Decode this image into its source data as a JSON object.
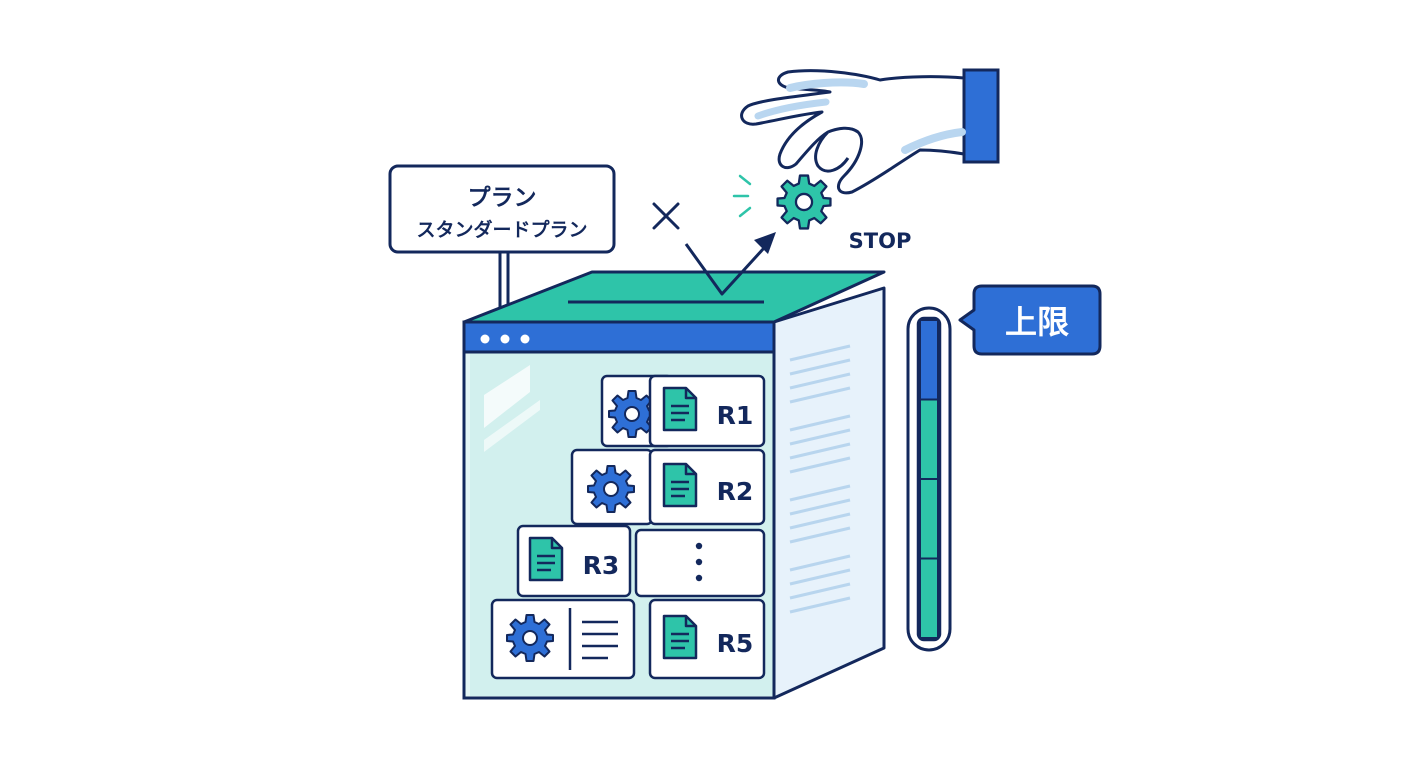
{
  "plan_sign": {
    "title": "プラン",
    "plan_name": "スタンダードプラン"
  },
  "stop_label": "STOP",
  "limit_label": "上限",
  "cards": {
    "r1": "R1",
    "r2": "R2",
    "r3": "R3",
    "r5": "R5",
    "ellipsis": "⋮"
  },
  "limit_gauge": {
    "segments": 4,
    "filled_segments": 4,
    "fill_fraction": 1.0
  },
  "icons": [
    "hand-icon",
    "gear-icon",
    "x-mark-icon",
    "arrow-icon",
    "document-icon",
    "browser-dots-icon"
  ],
  "colors": {
    "navy": "#13285c",
    "blue": "#2e6fd6",
    "teal": "#2ec4a9",
    "light_teal": "#d2f0ee",
    "pale_blue": "#e8f1fb"
  }
}
